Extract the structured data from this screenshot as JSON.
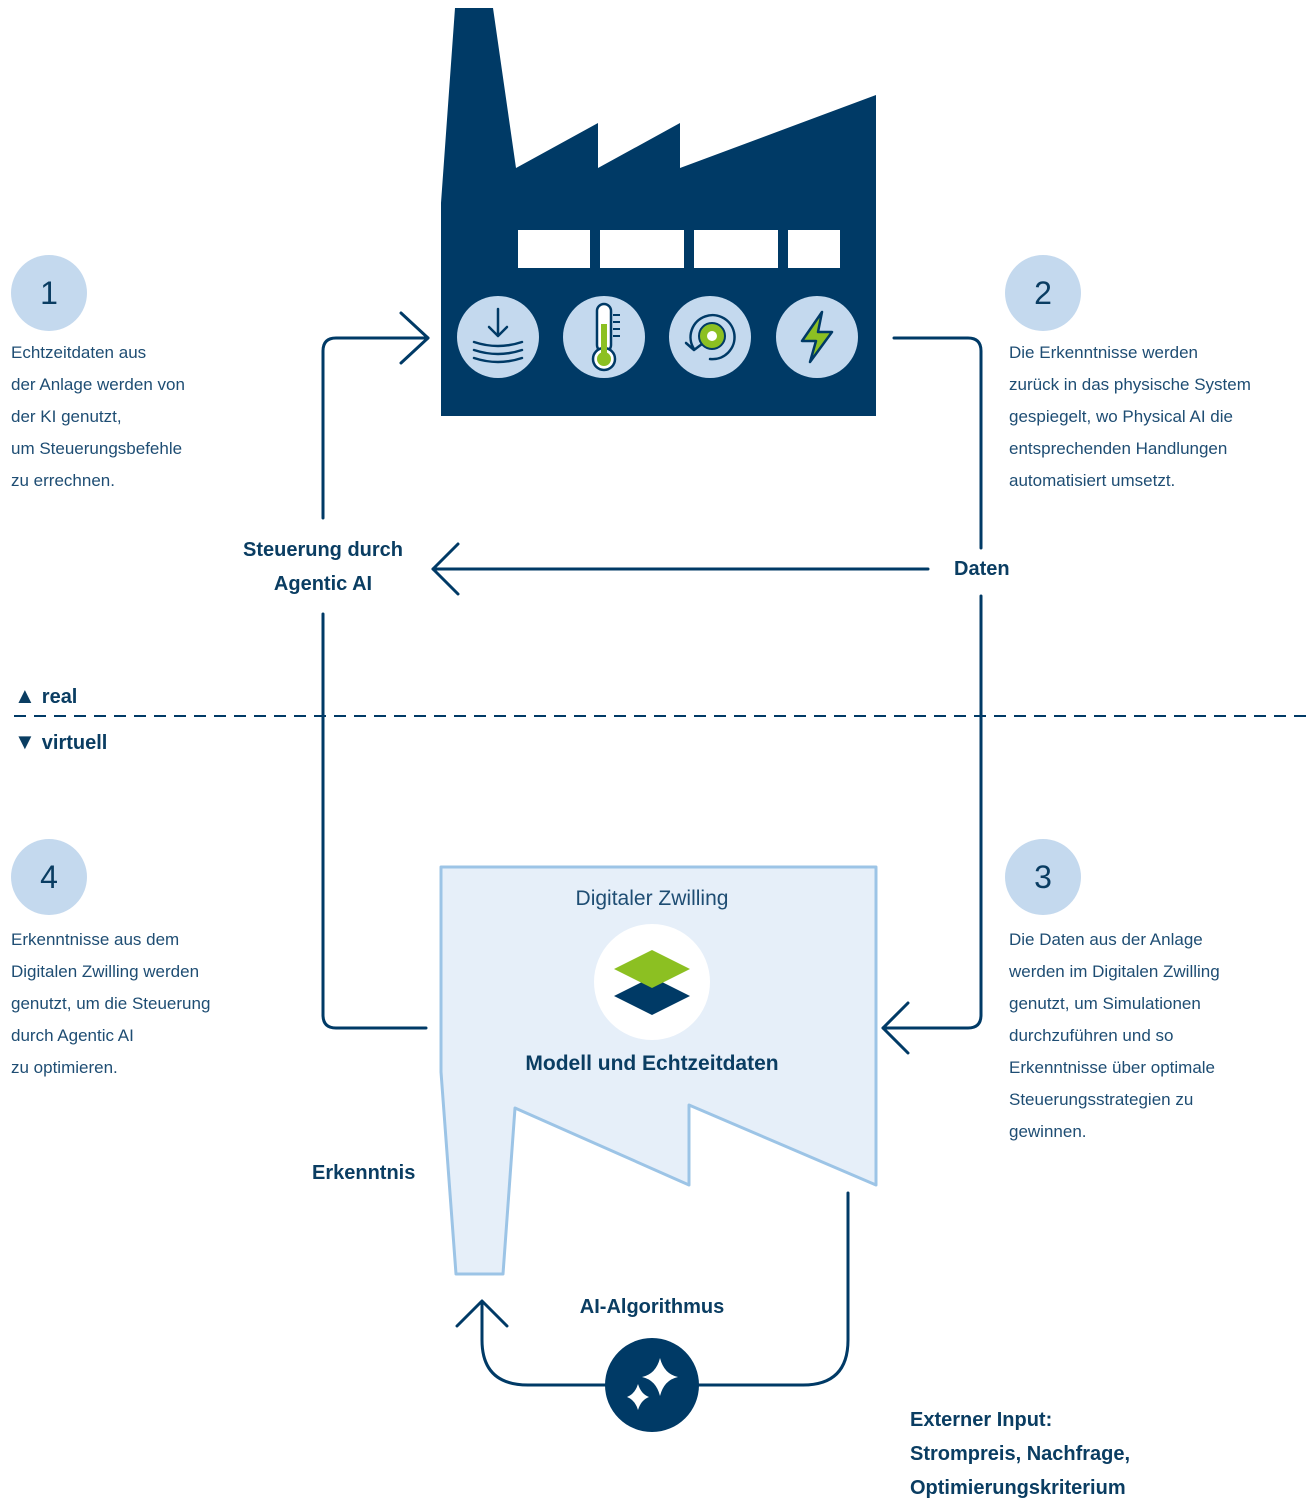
{
  "colors": {
    "navy": "#003a66",
    "light_blue": "#c4d9ee",
    "twin_fill": "#e6eff9",
    "twin_stroke": "#9cc4e6",
    "green": "#8cc022",
    "white": "#ffffff"
  },
  "steps": [
    {
      "number": "2",
      "lines": [
        "Die Erkenntnisse werden",
        "zurück in das physische System",
        "gespiegelt, wo Physical AI die",
        "entsprechenden Handlungen",
        "automatisiert umsetzt."
      ]
    },
    {
      "number": "1",
      "lines": [
        "Echtzeitdaten aus",
        "der Anlage werden von",
        "der KI genutzt,",
        "um Steuerungsbefehle",
        "zu errechnen."
      ]
    },
    {
      "number": "4",
      "lines": [
        "Erkenntnisse aus dem",
        "Digitalen Zwilling werden",
        "genutzt, um die Steuerung",
        "durch Agentic AI",
        "zu optimieren."
      ]
    },
    {
      "number": "3",
      "lines": [
        "Die Daten aus der Anlage",
        "werden im Digitalen Zwilling",
        "genutzt, um Simulationen",
        "durchzuführen und so",
        "Erkenntnisse über optimale",
        "Steuerungsstrategien zu",
        "gewinnen."
      ]
    }
  ],
  "labels": {
    "steuerung": [
      "Steuerung durch",
      "Agentic AI"
    ],
    "daten": "Daten",
    "erkenntnis": "Erkenntnis",
    "ai_algorithmus": "AI-Algorithmus",
    "externer": [
      "Externer Input:",
      "Strompreis, Nachfrage,",
      "Optimierungskriterium"
    ]
  },
  "divider": {
    "real": "real",
    "virtuell": "virtuell",
    "real_marker": "▲",
    "virtuell_marker": "▼"
  },
  "twin": {
    "title": "Digitaler Zwilling",
    "subtitle": "Modell und Echtzeitdaten"
  },
  "factory_icons": [
    "water-level-icon",
    "thermometer-icon",
    "gear-cycle-icon",
    "lightning-icon"
  ]
}
